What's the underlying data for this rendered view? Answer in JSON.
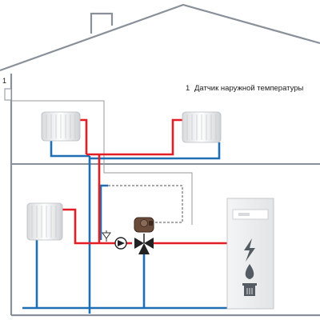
{
  "sensor": {
    "marker": "1",
    "legend_number": "1",
    "legend_text": "Датчик наружной температуры"
  },
  "colors": {
    "supply": "#e31e24",
    "return": "#1f6fb5",
    "wall": "#8a9099",
    "control_line": "#9a9a9a"
  },
  "icons": {
    "boiler_symbols": [
      "lightning-icon",
      "flame-drop-icon",
      "fuel-bin-icon"
    ]
  }
}
